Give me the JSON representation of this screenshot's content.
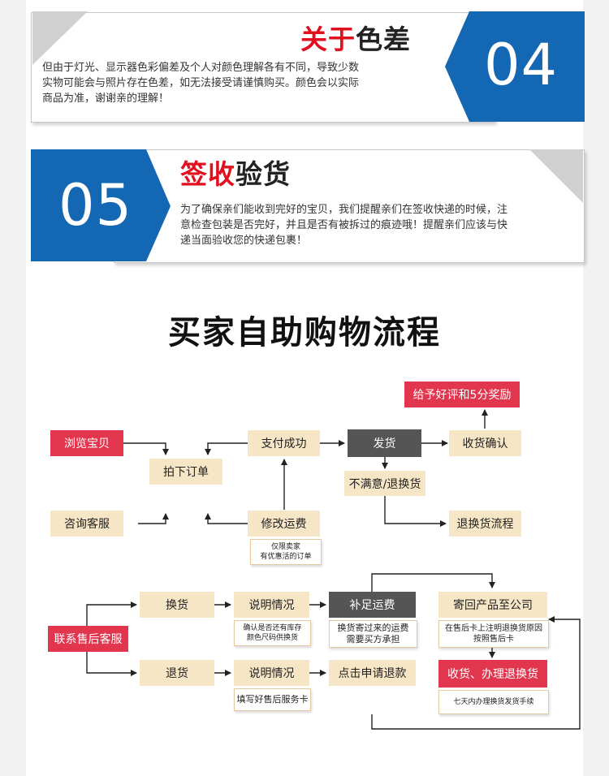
{
  "section04": {
    "number": "04",
    "title_red": "关于",
    "title_black": "色差",
    "lines": [
      "但由于灯光、显示器色彩偏差及个人对颜色理解各有不同，导致少数",
      "实物可能会与照片存在色差，如无法接受请谨慎购买。颜色会以实际",
      "商品为准，谢谢亲的理解！"
    ]
  },
  "section05": {
    "number": "05",
    "title_red": "签收",
    "title_black": "验货",
    "lines": [
      "为了确保亲们能收到完好的宝贝，我们提醒亲们在签收快递的时候，注",
      "意检查包装是否完好，并且是否有被拆过的痕迹哦！提醒亲们应该与快",
      "递当面验收您的快递包裹！"
    ]
  },
  "flow": {
    "title": "买家自助购物流程",
    "browse": "浏览宝贝",
    "consult": "咨询客服",
    "place_order": "拍下订单",
    "pay_success": "支付成功",
    "modify_shipping": "修改运费",
    "modify_note": [
      "仅限卖家",
      "有优惠活的订单"
    ],
    "ship": "发货",
    "confirm_receipt": "收货确认",
    "reward": "给予好评和5分奖励",
    "unsatisfied": "不满意/退换货",
    "return_flow": "退换货流程",
    "after_sales": "联系售后客服",
    "exchange": "换货",
    "explain1": "说明情况",
    "explain1_note": [
      "确认是否还有库存",
      "颜色尺码供换货"
    ],
    "supplement_shipping": "补足运费",
    "supplement_note": [
      "换货寄过来的运费",
      "需要买方承担"
    ],
    "send_back": "寄回产品至公司",
    "send_back_note": [
      "在售后卡上注明退换货原因",
      "按照售后卡"
    ],
    "receive_process": "收货、办理退换货",
    "receive_note": "七天内办理换货发货手续",
    "refund": "退货",
    "explain2": "说明情况",
    "explain2_note": "填写好售后服务卡",
    "apply_refund": "点击申请退款"
  },
  "colors": {
    "blue": "#1468b3",
    "red_text": "#e0101e",
    "box_beige": "#f7e6c6",
    "box_red": "#e2364e",
    "box_dark": "#555555"
  }
}
